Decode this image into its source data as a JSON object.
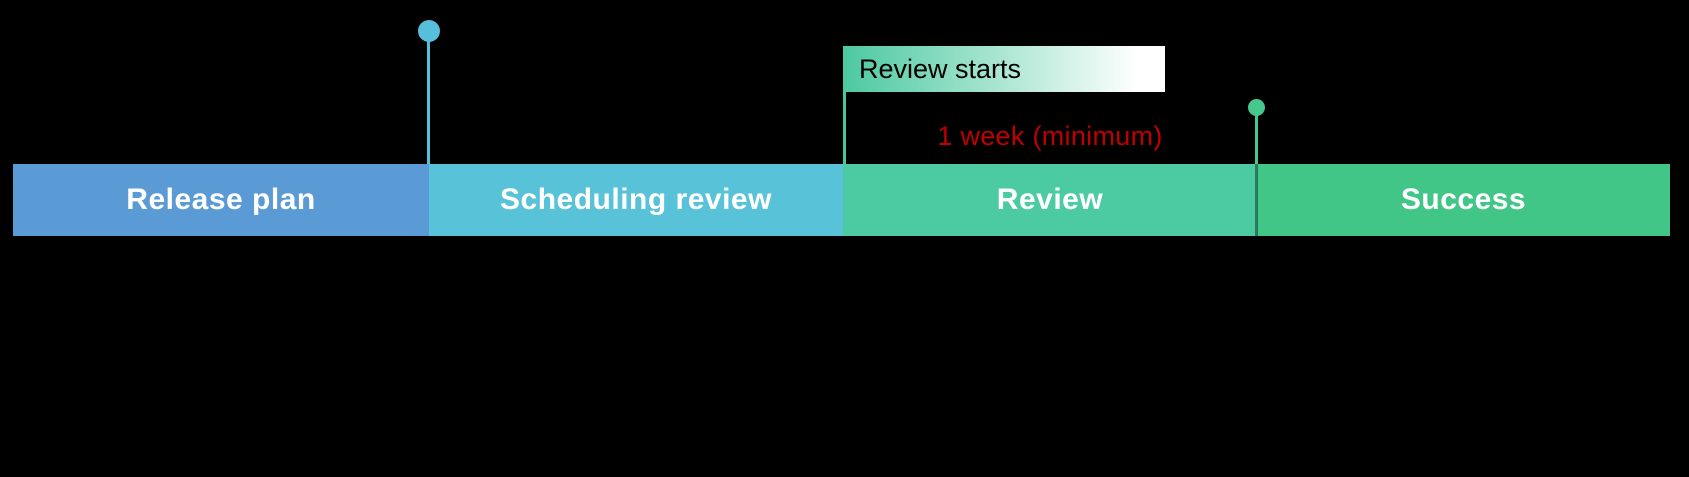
{
  "background_color": "#000000",
  "timeline": {
    "label_color": "#FFFFFF",
    "segments": [
      {
        "id": "release-plan",
        "label": "Release plan",
        "color": "#5B9BD5"
      },
      {
        "id": "scheduling-review",
        "label": "Scheduling review",
        "color": "#58C2D8"
      },
      {
        "id": "review",
        "label": "Review",
        "color": "#4CCBA2"
      },
      {
        "id": "success",
        "label": "Success",
        "color": "#42C688"
      }
    ]
  },
  "milestones": [
    {
      "id": "plan-complete-marker",
      "color": "#56BFDB"
    },
    {
      "id": "review-end-marker",
      "color": "#45C78E"
    }
  ],
  "callout": {
    "label": "Review starts",
    "text_color": "#000000",
    "gradient_from": "#4CC9A0",
    "gradient_to": "#FFFFFF",
    "leader_color": "#45C89B"
  },
  "annotation": {
    "label": "1 week (minimum)",
    "color": "#C00000"
  }
}
